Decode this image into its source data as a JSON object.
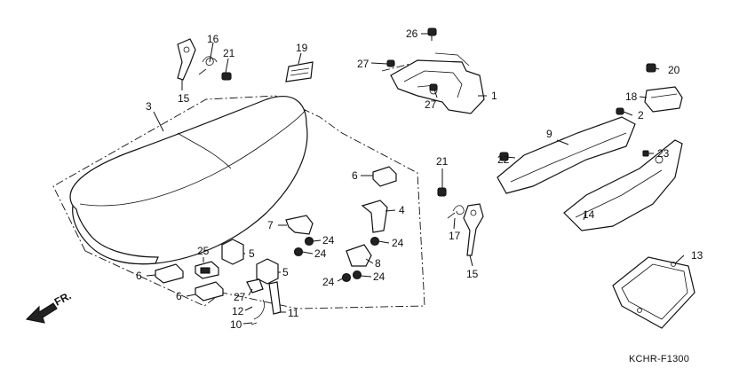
{
  "diagram_code": "KCHR-F1300",
  "front_marker": "FR.",
  "callouts": {
    "c1": "1",
    "c2": "2",
    "c3": "3",
    "c4": "4",
    "c5a": "5",
    "c5b": "5",
    "c6a": "6",
    "c6b": "6",
    "c6c": "6",
    "c7": "7",
    "c8": "8",
    "c9": "9",
    "c10": "10",
    "c11": "11",
    "c12": "12",
    "c13": "13",
    "c14": "14",
    "c15a": "15",
    "c15b": "15",
    "c16": "16",
    "c17": "17",
    "c18": "18",
    "c19": "19",
    "c20": "20",
    "c21a": "21",
    "c21b": "21",
    "c22": "22",
    "c23": "23",
    "c24a": "24",
    "c24b": "24",
    "c24c": "24",
    "c24d": "24",
    "c24e": "24",
    "c25": "25",
    "c26": "26",
    "c27a": "27",
    "c27b": "27",
    "c27c": "27"
  }
}
